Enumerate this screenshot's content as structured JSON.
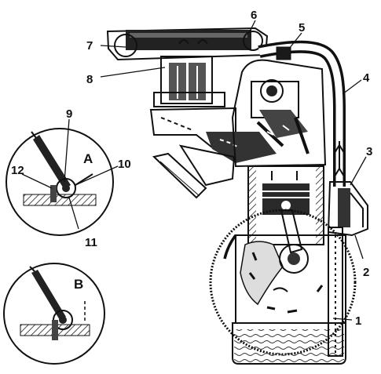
{
  "callouts": {
    "c1": "1",
    "c2": "2",
    "c3": "3",
    "c4": "4",
    "c5": "5",
    "c6": "6",
    "c7": "7",
    "c8": "8",
    "c9": "9",
    "c10": "10",
    "c11": "11",
    "c12": "12"
  },
  "insets": {
    "a_label": "A",
    "b_label": "B"
  }
}
